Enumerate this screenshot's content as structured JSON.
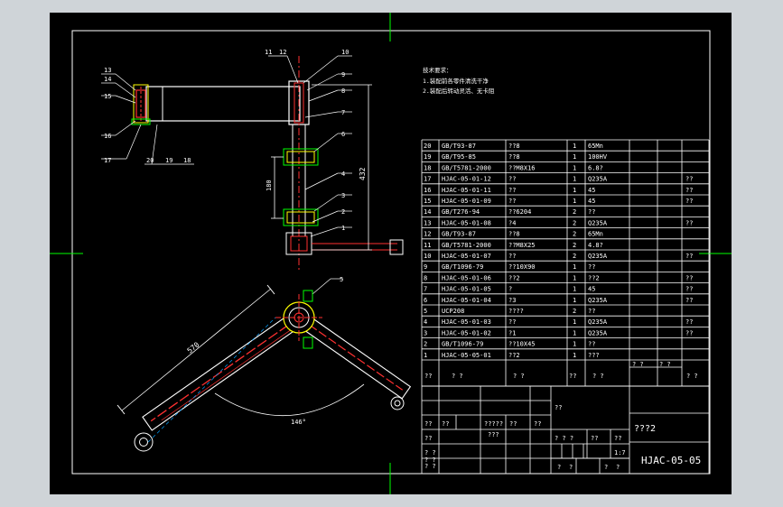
{
  "notes": {
    "heading": "技术要求：",
    "line1": "1.装配前各零件清洗干净",
    "line2": "2.装配后转动灵活、无卡阻"
  },
  "dimensions": {
    "height": "432",
    "inner": "180",
    "arm_length": "570",
    "angle": "146°"
  },
  "balloons": [
    "1",
    "2",
    "3",
    "4",
    "5",
    "6",
    "7",
    "8",
    "9",
    "10",
    "11",
    "12",
    "13",
    "14",
    "15",
    "16",
    "17",
    "18",
    "19",
    "20"
  ],
  "bom_rows": [
    {
      "no": "20",
      "code": "GB/T93-87",
      "name": "??8",
      "qty": "1",
      "mat": "65Mn",
      "note": ""
    },
    {
      "no": "19",
      "code": "GB/T95-85",
      "name": "??8",
      "qty": "1",
      "mat": "100HV",
      "note": ""
    },
    {
      "no": "18",
      "code": "GB/T5781-2000",
      "name": "??M8X16",
      "qty": "1",
      "mat": "6.8?",
      "note": ""
    },
    {
      "no": "17",
      "code": "HJAC-05-01-12",
      "name": "??",
      "qty": "1",
      "mat": "Q235A",
      "note": "??"
    },
    {
      "no": "16",
      "code": "HJAC-05-01-11",
      "name": "??",
      "qty": "1",
      "mat": "45",
      "note": "??"
    },
    {
      "no": "15",
      "code": "HJAC-05-01-09",
      "name": "??",
      "qty": "1",
      "mat": "45",
      "note": "??"
    },
    {
      "no": "14",
      "code": "GB/T276-94",
      "name": "??6204",
      "qty": "2",
      "mat": "??",
      "note": ""
    },
    {
      "no": "13",
      "code": "HJAC-05-01-08",
      "name": "?4",
      "qty": "2",
      "mat": "Q235A",
      "note": "??"
    },
    {
      "no": "12",
      "code": "GB/T93-87",
      "name": "??8",
      "qty": "2",
      "mat": "65Mn",
      "note": ""
    },
    {
      "no": "11",
      "code": "GB/T5781-2000",
      "name": "??M8X25",
      "qty": "2",
      "mat": "4.8?",
      "note": ""
    },
    {
      "no": "10",
      "code": "HJAC-05-01-07",
      "name": "??",
      "qty": "2",
      "mat": "Q235A",
      "note": "??"
    },
    {
      "no": "9",
      "code": "GB/T1096-79",
      "name": "??10X90",
      "qty": "1",
      "mat": "??",
      "note": ""
    },
    {
      "no": "8",
      "code": "HJAC-05-01-06",
      "name": "??2",
      "qty": "1",
      "mat": "??2",
      "note": "??"
    },
    {
      "no": "7",
      "code": "HJAC-05-01-05",
      "name": "?",
      "qty": "1",
      "mat": "45",
      "note": "??"
    },
    {
      "no": "6",
      "code": "HJAC-05-01-04",
      "name": "?3",
      "qty": "1",
      "mat": "Q235A",
      "note": "??"
    },
    {
      "no": "5",
      "code": "UCP208",
      "name": "????",
      "qty": "2",
      "mat": "??",
      "note": ""
    },
    {
      "no": "4",
      "code": "HJAC-05-01-03",
      "name": "??",
      "qty": "1",
      "mat": "Q235A",
      "note": "??"
    },
    {
      "no": "3",
      "code": "HJAC-05-01-02",
      "name": "?1",
      "qty": "1",
      "mat": "Q235A",
      "note": "??"
    },
    {
      "no": "2",
      "code": "GB/T1096-79",
      "name": "??10X45",
      "qty": "1",
      "mat": "??",
      "note": ""
    },
    {
      "no": "1",
      "code": "HJAC-05-05-01",
      "name": "??2",
      "qty": "1",
      "mat": "???",
      "note": ""
    }
  ],
  "bom_header": {
    "no": "??",
    "code": "?  ?",
    "name": "?  ?",
    "qty": "??",
    "mat": "?  ?",
    "weight1": "?  ?",
    "weight2": "?  ?",
    "note": "?  ?"
  },
  "title_block": {
    "name_cell": "??",
    "drawing_name": "???2",
    "drawing_number": "HJAC-05-05",
    "row1": [
      "??",
      "??",
      "?????",
      "??",
      "??"
    ],
    "designer": "??",
    "material_cell": "???",
    "stage_marks": "?  ?  ?",
    "scale_labels": [
      "??",
      "??"
    ],
    "scale_value": "1:7",
    "sheet_labels": [
      "?",
      "?",
      "?",
      "?"
    ],
    "rows_left": [
      "? ?",
      "? ?",
      "? ?"
    ]
  }
}
